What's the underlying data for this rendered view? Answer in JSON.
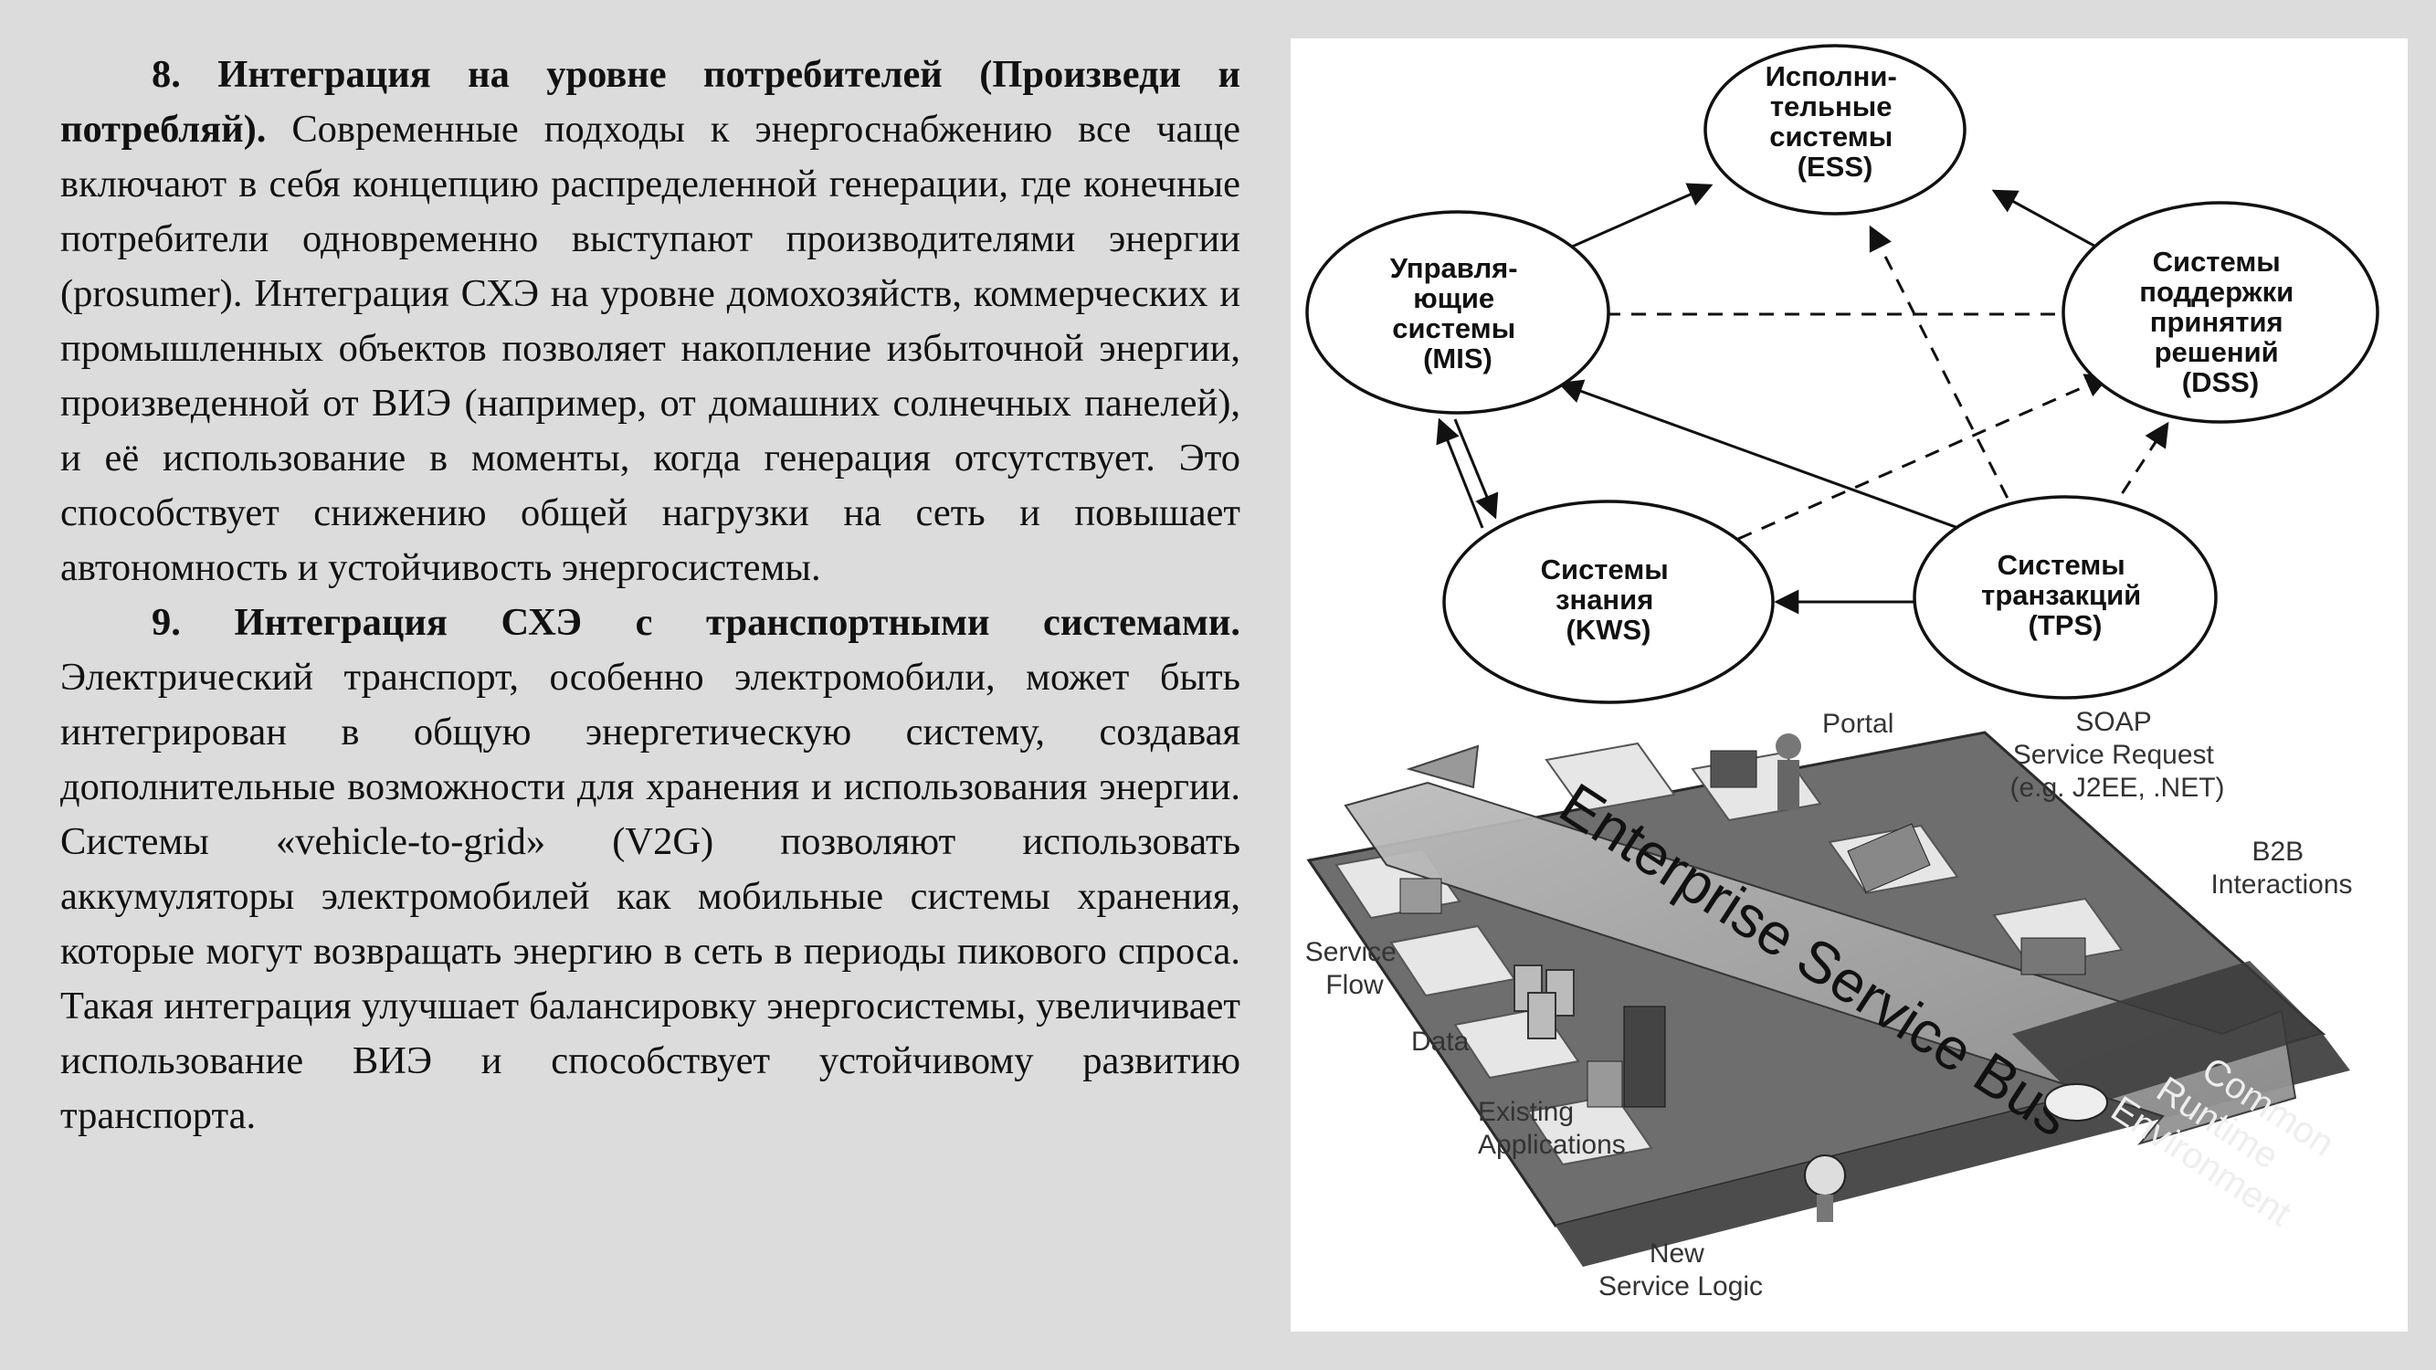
{
  "paragraphs": [
    {
      "heading": "8. Интеграция на уровне потребителей (Произведи и потребляй).",
      "body": " Современные подходы к энергоснабжению все чаще включают в себя концепцию распределенной генерации, где конечные потребители одновременно выступают производителями энергии (prosumer). Интеграция СХЭ на уровне домохозяйств, коммерческих и промышленных объектов позволяет накопление избыточной энергии, произведенной от ВИЭ (например, от домашних солнечных панелей), и её использование в моменты, когда генерация отсутствует. Это способствует снижению общей нагрузки на сеть и повышает автономность и устойчивость энергосистемы."
    },
    {
      "heading": "9. Интеграция СХЭ с транспортными системами.",
      "body": " Электрический транспорт, особенно электромобили, может быть интегрирован в общую энергетическую систему, создавая дополнительные возможности для хранения и использования энергии. Системы «vehicle-to-grid» (V2G) позволяют использовать аккумуляторы электромобилей как мобильные системы хранения, которые могут возвращать энергию в сеть в периоды пикового спроса. Такая интеграция улучшает балансировку энергосистемы, увеличивает использование ВИЭ и способствует устойчивому развитию транспорта."
    }
  ],
  "diagram": {
    "nodes": {
      "ess": [
        "Исполни-",
        "тельные",
        "системы",
        "(ESS)"
      ],
      "mis": [
        "Управля-",
        "ющие",
        "системы",
        "(MIS)"
      ],
      "dss": [
        "Системы",
        "поддержки",
        "принятия",
        "решений",
        "(DSS)"
      ],
      "kws": [
        "Системы",
        "знания",
        "(KWS)"
      ],
      "tps": [
        "Системы",
        "транзакций",
        "(TPS)"
      ]
    }
  },
  "esb": {
    "bus_name": "Enterprise Service Bus",
    "runtime": [
      "Common",
      "Runtime",
      "Environment"
    ],
    "labels": {
      "portal": "Portal",
      "soap": [
        "SOAP",
        "Service Request",
        "(e.g. J2EE, .NET)"
      ],
      "b2b": [
        "B2B",
        "Interactions"
      ],
      "service_flow": [
        "Service",
        "Flow"
      ],
      "data": "Data",
      "existing": [
        "Existing",
        "Applications"
      ],
      "new_logic": [
        "New",
        "Service Logic"
      ]
    }
  }
}
